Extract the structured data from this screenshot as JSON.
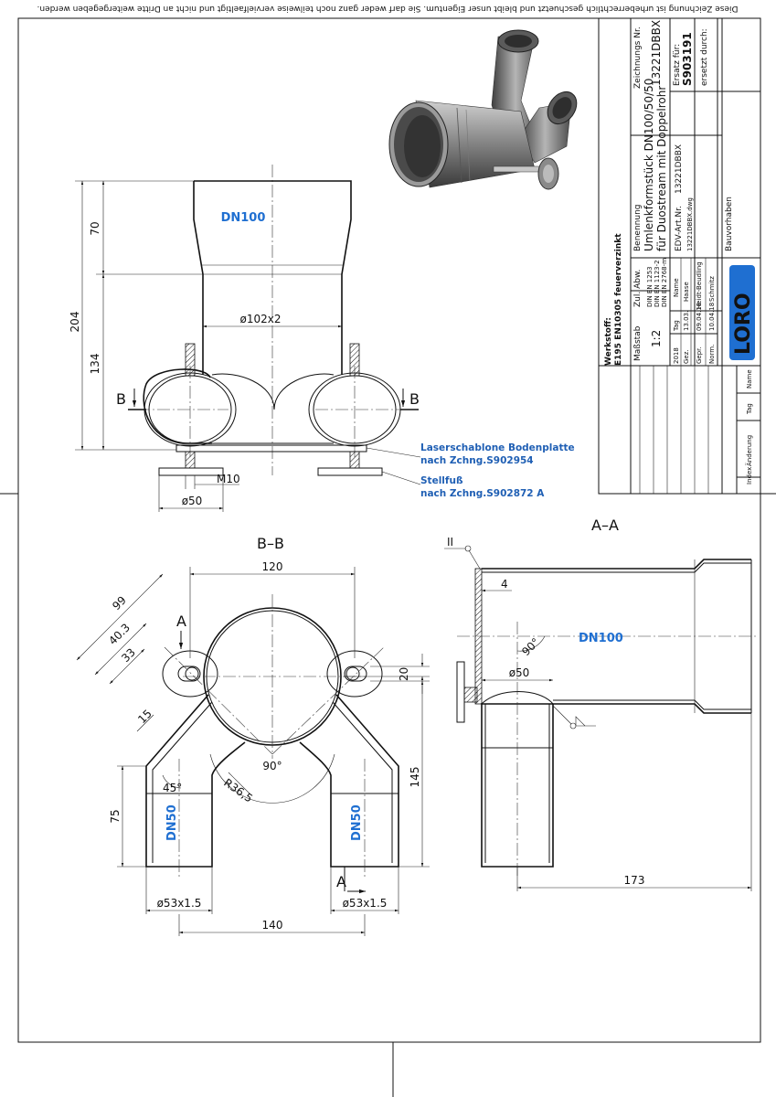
{
  "copyright_notice": "Diese Zeichnung ist urheberrechtlich geschuetzt und bleibt unser Eigentum. Sie darf weder ganz noch teilweise vervielfaeltigt und nicht an Dritte weitergegeben werden.",
  "material": {
    "label": "Werkstoff:",
    "value": "E195 EN10305 feuerverzinkt"
  },
  "front_view": {
    "dn_main": "DN100",
    "dim_total": "204",
    "dim_upper": "70",
    "dim_lower": "134",
    "pipe_diameter": "ø102x2",
    "section_mark": "B",
    "thread": "M10",
    "foot_diameter": "ø50",
    "callout_plate_line1": "Laserschablone Bodenplatte",
    "callout_plate_line2": "nach Zchng.S902954",
    "callout_foot_line1": "Stellfuß",
    "callout_foot_line2": "nach Zchng.S902872 A"
  },
  "section_bb": {
    "title": "B–B",
    "dim_120": "120",
    "dim_99": "99",
    "dim_40_3": "40.3",
    "dim_33": "33",
    "dim_15": "15",
    "dim_20": "20",
    "dim_145": "145",
    "dim_75": "75",
    "angle_90": "90°",
    "angle_45": "45°",
    "radius": "R36,5",
    "dn_branch": "DN50",
    "pipe_left": "ø53x1.5",
    "pipe_right": "ø53x1.5",
    "dim_140": "140",
    "section_mark": "A"
  },
  "section_aa": {
    "title": "A–A",
    "weld_mark": "II",
    "dim_4": "4",
    "dn_main": "DN100",
    "angle_90": "90°",
    "dim_50": "ø50",
    "dim_173": "173"
  },
  "title_block": {
    "drawing_no_label": "Zeichnungs Nr.",
    "drawing_no": "13221DBBX",
    "replacement_label": "Ersatz für:",
    "replacement_value": "S903191",
    "replaced_by_label": "ersetzt durch:",
    "designation_label": "Benennung",
    "designation_line1": "Umlenkformstück DN100/50/50",
    "designation_line2": "für Duostream mit Doppelrohr",
    "edv_label": "EDV-Art.Nr.",
    "edv_value": "13221DBBX",
    "file_name": "13221DBBX.dwg",
    "project_label": "Bauvorhaben",
    "scale_label": "Maßstab",
    "scale": "1:2",
    "tolerance_label": "Zul. Abw.",
    "std1": "DIN EN 1253",
    "std2": "DIN EN 1123-2",
    "std3": "DIN EN 2768-m",
    "year": "2018",
    "col_date": "Tag",
    "col_name": "Name",
    "row_drawn": "Gez.",
    "row_checked": "Gepr.",
    "row_norm": "Norm.",
    "drawn_date": "13.03.",
    "drawn_name": "Haase",
    "checked_date": "09.04.18",
    "checked_name": "Heidt-Beudling",
    "norm_date": "10.04.18",
    "norm_name": "Schmitz",
    "logo": "LORO",
    "rev_col_change": "Änderung",
    "rev_col_date": "Tag",
    "rev_col_name": "Name",
    "rev_col_index": "Index"
  },
  "colors": {
    "blue": "#1f6fd1",
    "line": "#111111"
  }
}
